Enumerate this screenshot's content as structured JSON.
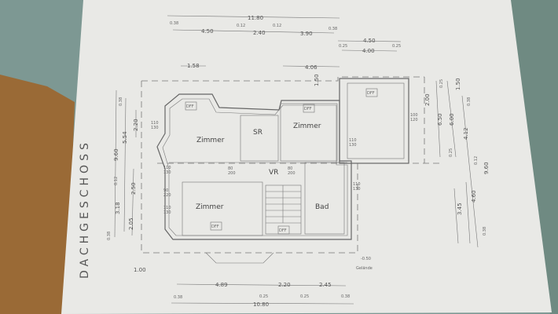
{
  "title": "DACHGESCHOSS",
  "rooms": {
    "zimmer_left": "Zimmer",
    "sr": "SR",
    "zimmer_right": "Zimmer",
    "vr": "VR",
    "zimmer_bottom": "Zimmer",
    "bad": "Bad",
    "dff": "DFF"
  },
  "dimensions": {
    "top": [
      "11.80",
      "0.38",
      "4.50",
      "0.12",
      "2.40",
      "0.12",
      "3.90",
      "0.38",
      "4.50",
      "0.25",
      "4.00",
      "0.25",
      "1.58",
      "4.06",
      "1.50"
    ],
    "right": [
      "2.00",
      "0.25",
      "6.50",
      "6.00",
      "1.50",
      "0.38",
      "4.12",
      "0.25",
      "0.12",
      "9.60",
      "3.45",
      "4.60",
      "0.38"
    ],
    "left": [
      "9.60",
      "0.38",
      "5.54",
      "2.20",
      "0.12",
      "2.50",
      "3.18",
      "2.05",
      "0.38",
      "1.00"
    ],
    "bottom": [
      "4.89",
      "2.20",
      "2.45",
      "0.38",
      "0.25",
      "0.25",
      "0.38",
      "10.80"
    ],
    "level": "-0.50",
    "level_label": "Gelände"
  },
  "openings": [
    "110",
    "130",
    "90",
    "220",
    "80",
    "200",
    "100",
    "120"
  ],
  "colors": {
    "paper": "#e9e9e6",
    "carpet": "#7d9893",
    "wood": "#9a6a36",
    "line": "#666666"
  }
}
